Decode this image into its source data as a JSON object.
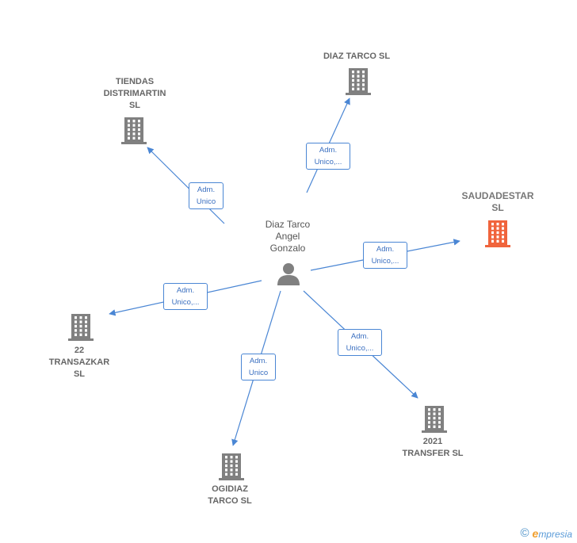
{
  "center": {
    "label": "Diaz Tarco\nAngel\nGonzalo",
    "icon": "person-icon"
  },
  "companies": [
    {
      "id": "diaz-tarco",
      "label": "DIAZ TARCO SL",
      "icon": "building-icon",
      "highlight": false
    },
    {
      "id": "tiendas",
      "label": "TIENDAS\nDISTRIMARTIN\nSL",
      "icon": "building-icon",
      "highlight": false
    },
    {
      "id": "saudadestar",
      "label": "SAUDADESTAR\nSL",
      "icon": "building-icon",
      "highlight": true
    },
    {
      "id": "transazkar",
      "label": "22\nTRANSAZKAR\nSL",
      "icon": "building-icon",
      "highlight": false
    },
    {
      "id": "transfer",
      "label": "2021\nTRANSFER  SL",
      "icon": "building-icon",
      "highlight": false
    },
    {
      "id": "ogidiaz",
      "label": "OGIDIAZ\nTARCO SL",
      "icon": "building-icon",
      "highlight": false
    }
  ],
  "edges": [
    {
      "target": "diaz-tarco",
      "label": "Adm.\nUnico,..."
    },
    {
      "target": "tiendas",
      "label": "Adm.\nUnico"
    },
    {
      "target": "saudadestar",
      "label": "Adm.\nUnico,..."
    },
    {
      "target": "transazkar",
      "label": "Adm.\nUnico,..."
    },
    {
      "target": "transfer",
      "label": "Adm.\nUnico,..."
    },
    {
      "target": "ogidiaz",
      "label": "Adm.\nUnico"
    }
  ],
  "colors": {
    "edge": "#4a86d4",
    "building": "#808080",
    "building_highlight": "#f0643c",
    "person": "#808080"
  },
  "footer": {
    "copyright": "©",
    "brand_initial": "e",
    "brand": "mpresia"
  }
}
